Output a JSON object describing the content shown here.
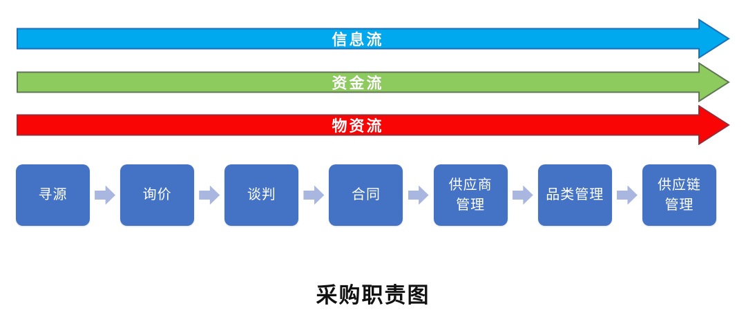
{
  "diagram": {
    "title": "采购职责图",
    "flows": [
      {
        "name": "information-flow",
        "label": "信息流",
        "fill": "#00a9ee",
        "stroke": "#1d70b7"
      },
      {
        "name": "capital-flow",
        "label": "资金流",
        "fill": "#8ecb5f",
        "stroke": "#5f7555"
      },
      {
        "name": "material-flow",
        "label": "物资流",
        "fill": "#f90505",
        "stroke": "#9c2a33"
      }
    ],
    "steps": [
      {
        "label": "寻源"
      },
      {
        "label": "询价"
      },
      {
        "label": "谈判"
      },
      {
        "label": "合同"
      },
      {
        "label": "供应商\n管理"
      },
      {
        "label": "品类管理"
      },
      {
        "label": "供应链\n管理"
      }
    ],
    "colors": {
      "background": "#ffffff",
      "step_fill": "#4472c4",
      "step_text": "#ffffff",
      "connector": "#a9b6df",
      "arrow_label_text": "#ffffff",
      "title_text": "#111111"
    }
  }
}
